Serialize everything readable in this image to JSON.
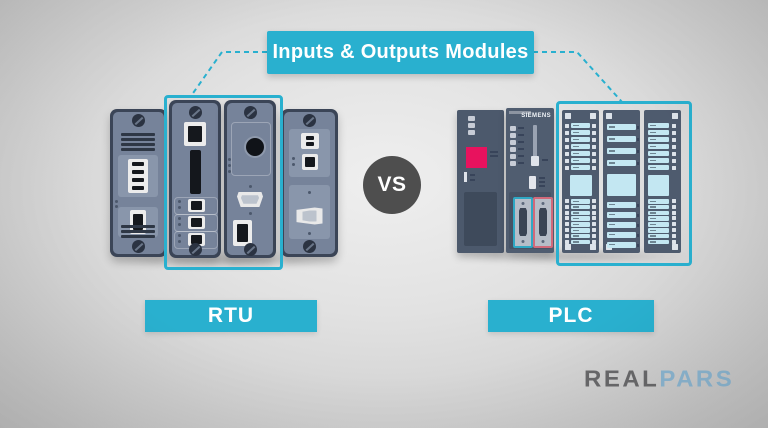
{
  "banner": {
    "label": "Inputs & Outputs Modules"
  },
  "versus": {
    "label": "VS"
  },
  "devices": {
    "rtu": {
      "label": "RTU"
    },
    "plc": {
      "label": "PLC",
      "brand": "SIEMENS"
    }
  },
  "logo": {
    "real": "REAL",
    "pars": "PARS"
  },
  "colors": {
    "accent_teal": "#29b0cf",
    "background_gray": "#d9d9d9",
    "module_body": "#3b4557",
    "module_face": "#76839a",
    "plc_body": "#4c596c",
    "io_strip_blue": "#c3e7f2",
    "power_switch_red": "#e8125e",
    "vs_circle_gray": "#4e4e4e",
    "logo_real_gray": "#69696b",
    "logo_pars_blue": "#8cb6d1"
  },
  "plc_io": {
    "columns": [
      {
        "style": "flank",
        "top_rows": 7,
        "bottom_rows": 8
      },
      {
        "style": "wide",
        "top_rows": 4,
        "bottom_rows": 5
      },
      {
        "style": "right",
        "top_rows": 7,
        "bottom_rows": 8
      }
    ]
  }
}
